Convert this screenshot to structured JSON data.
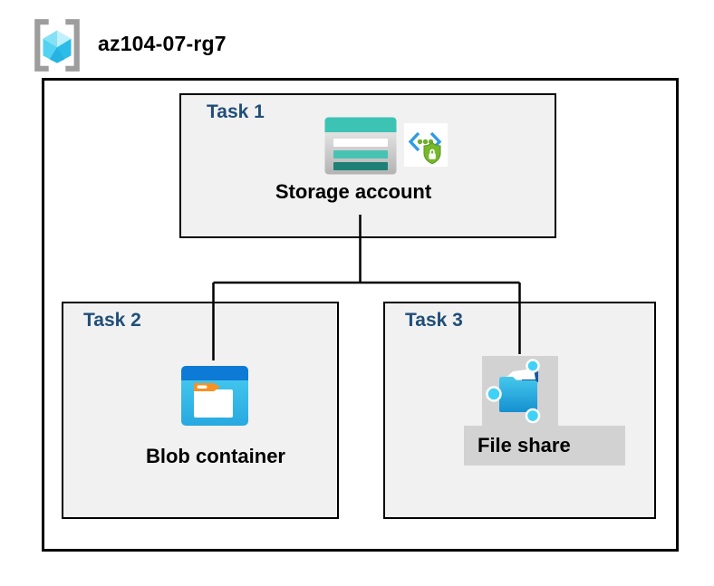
{
  "header": {
    "title": "az104-07-rg7",
    "icon": "resource-group-icon"
  },
  "diagram": {
    "tasks": [
      {
        "label": "Task 1",
        "item": "Storage account",
        "icons": [
          "storage-account-icon",
          "shared-access-signature-icon"
        ]
      },
      {
        "label": "Task 2",
        "item": "Blob container",
        "icons": [
          "blob-container-icon"
        ]
      },
      {
        "label": "Task 3",
        "item": "File share",
        "icons": [
          "file-share-icon"
        ]
      }
    ],
    "connections": [
      {
        "from": "Storage account",
        "to": "Blob container"
      },
      {
        "from": "Storage account",
        "to": "File share"
      }
    ]
  },
  "colors": {
    "task_label_blue": "#1f4e79",
    "box_fill": "#f1f1f1",
    "highlight_gray": "#d2d2d2",
    "border_black": "#000000",
    "storage_teal": "#3cc3b4",
    "storage_teal_dark": "#1e8076",
    "blob_top_blue": "#0d7ad6",
    "blob_cyan": "#49cdf2",
    "folder_tab_orange": "#f79122",
    "fileshare_dark_blue": "#1a65ab",
    "node_cyan": "#3fd2f6",
    "rg_cube_cyan": "#53d2f2",
    "bracket_gray": "#9d9d9d",
    "sas_bracket_blue": "#2e9be6",
    "sas_green": "#76b82a"
  }
}
